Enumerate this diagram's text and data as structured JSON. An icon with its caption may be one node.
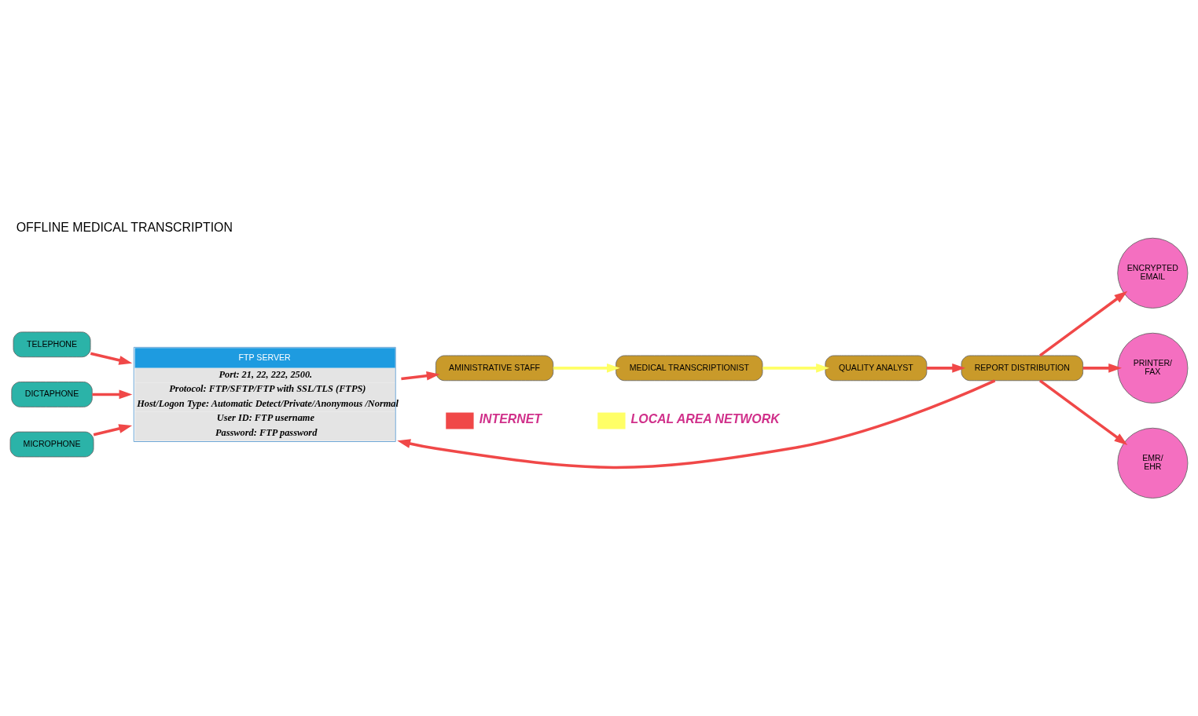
{
  "diagram": {
    "title": "OFFLINE MEDICAL TRANSCRIPTION",
    "nodes": [
      {
        "text": [
          "TELEPHONE"
        ]
      },
      {
        "text": [
          "DICTAPHONE"
        ]
      },
      {
        "text": [
          "MICROPHONE"
        ]
      },
      {
        "text": [
          "FTP SERVER",
          "Port: 21, 22, 222, 2500.",
          "Protocol: FTP/SFTP/FTP with SSL/TLS (FTPS)",
          "Host/Logon Type: Automatic Detect/Private/Anonymous /Normal",
          "User ID: FTP username",
          "Password: FTP password"
        ]
      },
      {
        "text": [
          "AMINISTRATIVE STAFF"
        ]
      },
      {
        "text": [
          "MEDICAL TRANSCRIPTIONIST"
        ]
      },
      {
        "text": [
          "QUALITY ANALYST"
        ]
      },
      {
        "text": [
          "REPORT DISTRIBUTION"
        ]
      },
      {
        "text": [
          "ENCRYPTED EMAIL"
        ]
      },
      {
        "text": [
          "PRINTER/ FAX"
        ]
      },
      {
        "text": [
          "EMR/ EHR"
        ]
      }
    ],
    "edges": [
      {
        "from": 0,
        "to": 3,
        "arrow": "to"
      },
      {
        "from": 1,
        "to": 3,
        "arrow": "to"
      },
      {
        "from": 2,
        "to": 3,
        "arrow": "to"
      },
      {
        "from": 3,
        "to": 4,
        "arrow": "to"
      },
      {
        "from": 4,
        "to": 5,
        "arrow": "to",
        "color": "#ffff66"
      },
      {
        "from": 5,
        "to": 6,
        "arrow": "to",
        "color": "#ffff66"
      },
      {
        "from": 6,
        "to": 7,
        "arrow": "to"
      },
      {
        "from": 7,
        "to": 3,
        "arrow": "to"
      },
      {
        "from": 7,
        "to": 8,
        "arrow": "to"
      },
      {
        "from": 7,
        "to": 9,
        "arrow": "to"
      },
      {
        "from": 7,
        "to": 10,
        "arrow": "to"
      }
    ],
    "legend": [
      {
        "text": "INTERNET",
        "color": "#f04848"
      },
      {
        "text": "LOCAL AREA NETWORK",
        "color": "#ffff66"
      }
    ]
  }
}
